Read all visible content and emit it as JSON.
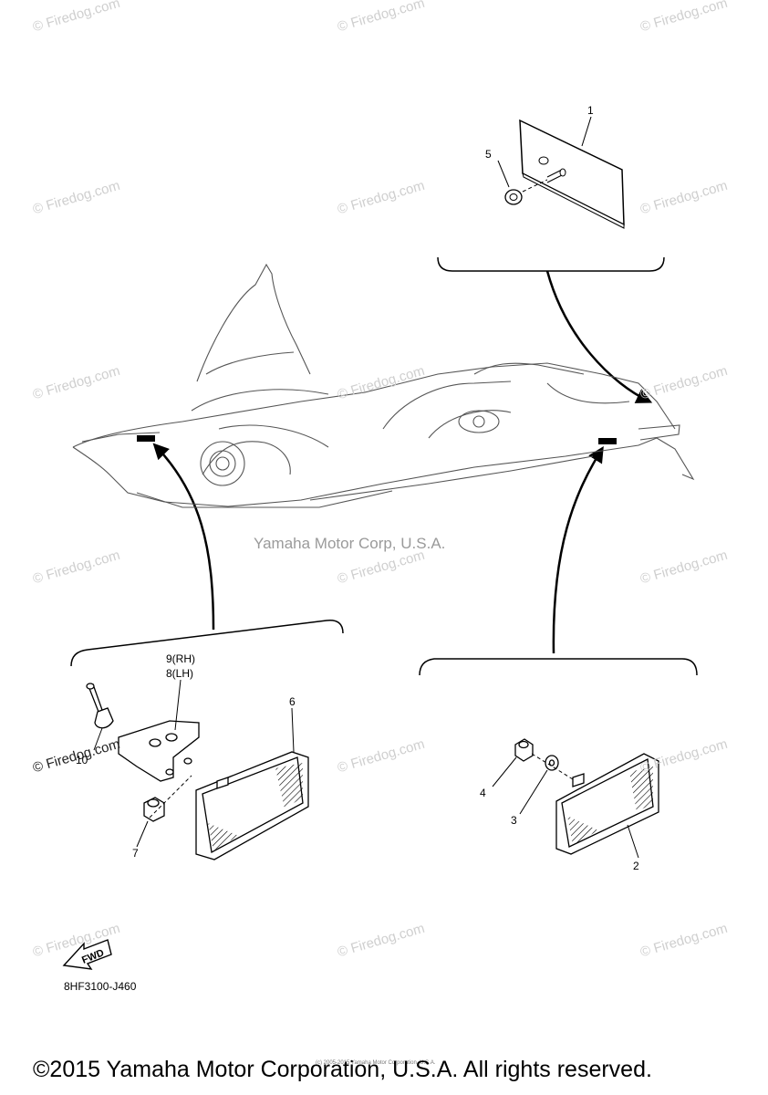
{
  "watermark": "© Firedog.com",
  "center_brand": "Yamaha Motor Corp, U.S.A.",
  "diagram_code": "8HF3100-J460",
  "copyright": "©2015 Yamaha Motor Corporation, U.S.A. All rights reserved.",
  "copyright_small": "(c) 2005-2015 Yamaha Motor Corporation, U.S.A.",
  "fwd_label": "FWD",
  "callouts": {
    "c1": "1",
    "c2": "2",
    "c3": "3",
    "c4": "4",
    "c5": "5",
    "c6": "6",
    "c7": "7",
    "c89_rh": "9(RH)",
    "c89_lh": "8(LH)",
    "c10": "10"
  }
}
